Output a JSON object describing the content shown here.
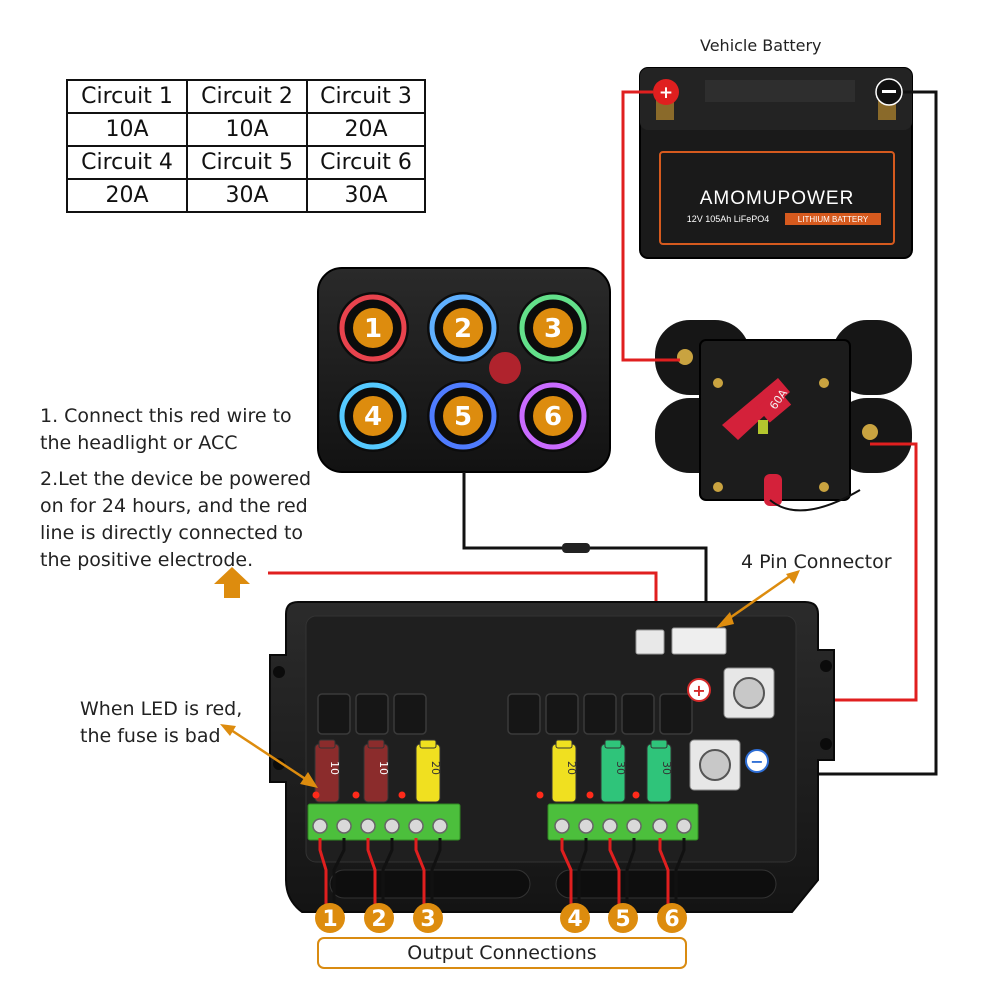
{
  "battery": {
    "title": "Vehicle Battery",
    "brand": "AMOMUPOWER",
    "spec": "12V 105Ah LiFePO4",
    "type_badge": "LITHIUM BATTERY"
  },
  "circuit_table": {
    "rows": [
      [
        "Circuit 1",
        "Circuit 2",
        "Circuit 3"
      ],
      [
        "10A",
        "10A",
        "20A"
      ],
      [
        "Circuit 4",
        "Circuit 5",
        "Circuit 6"
      ],
      [
        "20A",
        "30A",
        "30A"
      ]
    ]
  },
  "switch_panel": {
    "buttons": [
      {
        "label": "1",
        "ring_color": "#e8434d"
      },
      {
        "label": "2",
        "ring_color": "#5fb0ff"
      },
      {
        "label": "3",
        "ring_color": "#63e08a"
      },
      {
        "label": "4",
        "ring_color": "#55c9ff"
      },
      {
        "label": "5",
        "ring_color": "#4f7cff"
      },
      {
        "label": "6",
        "ring_color": "#c96bff"
      }
    ]
  },
  "breaker": {
    "rating": "60A"
  },
  "notes": {
    "note1_line1": "1. Connect this red wire to",
    "note1_line2": "the headlight or ACC",
    "note2_line1": "2.Let the device be powered",
    "note2_line2": "on for 24 hours, and the red",
    "note2_line3": "line is directly connected to",
    "note2_line4": "the positive electrode.",
    "led_line1": "When LED is red,",
    "led_line2": "the fuse is bad"
  },
  "connector_label": "4 Pin Connector",
  "fuses": [
    {
      "label": "10",
      "color": "#8b2c2c"
    },
    {
      "label": "10",
      "color": "#8b2c2c"
    },
    {
      "label": "20",
      "color": "#f0e020"
    },
    {
      "label": "20",
      "color": "#f0e020"
    },
    {
      "label": "30",
      "color": "#2fc47a"
    },
    {
      "label": "30",
      "color": "#2fc47a"
    }
  ],
  "terminal_labels": {
    "positive": "+",
    "negative": "−"
  },
  "outputs": {
    "badges": [
      "1",
      "2",
      "3",
      "4",
      "5",
      "6"
    ],
    "caption": "Output Connections"
  },
  "colors": {
    "accent_orange": "#dd8c0e",
    "wire_red": "#e01f1f",
    "wire_black": "#111111",
    "housing": "#1b1b1b",
    "terminal_green": "#4cbf3c"
  }
}
